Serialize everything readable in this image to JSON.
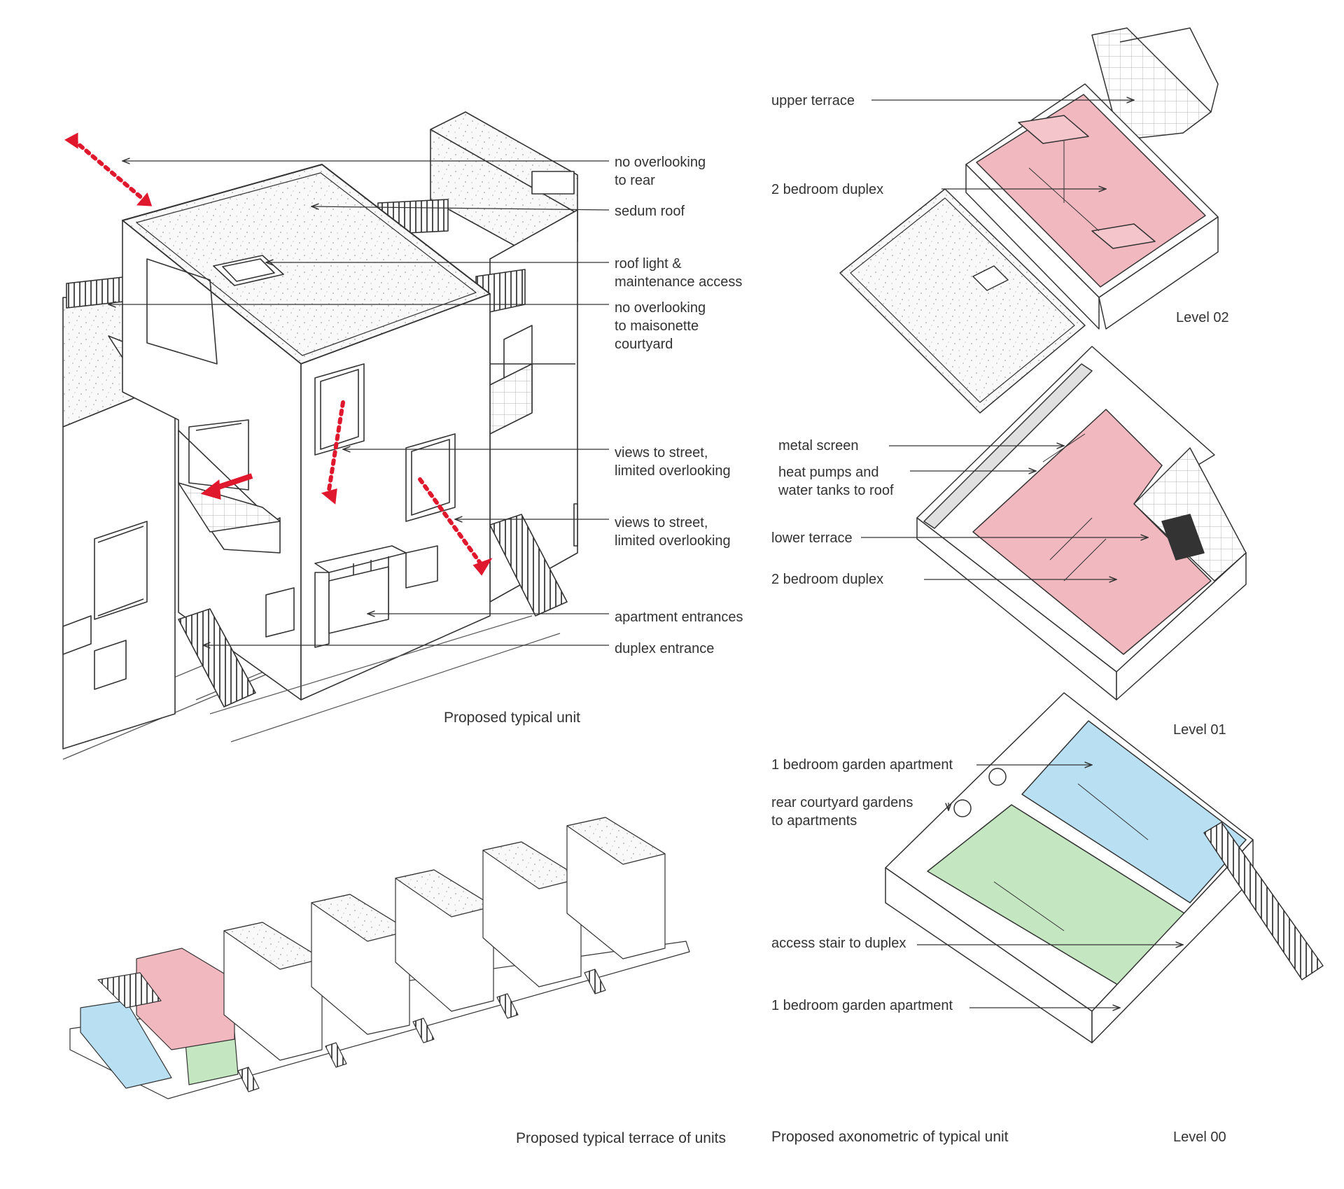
{
  "colors": {
    "line": "#333333",
    "arrow": "#e0182d",
    "pink": "#f2b8c0",
    "blue": "#b8e0f2",
    "green": "#c4e6c0",
    "roof_fill": "#f7f7f7"
  },
  "unit_labels": {
    "no_overlook_rear": "no overlooking\nto rear",
    "sedum_roof": "sedum roof",
    "roof_light": "roof light &\nmaintenance access",
    "no_overlook_maisonette": "no overlooking\nto maisonette\ncourtyard",
    "views_street_1": "views to street,\nlimited overlooking",
    "views_street_2": "views to street,\nlimited overlooking",
    "apartment_entrances": "apartment entrances",
    "duplex_entrance": "duplex entrance"
  },
  "axo_labels": {
    "upper_terrace": "upper terrace",
    "bedroom_duplex_upper": "2 bedroom duplex",
    "metal_screen": "metal screen",
    "heat_pumps": "heat pumps and\nwater tanks to roof",
    "lower_terrace": "lower terrace",
    "bedroom_duplex_lower": "2 bedroom duplex",
    "garden_apartment_top": "1 bedroom garden apartment",
    "rear_courtyard": "rear courtyard gardens\nto apartments",
    "access_stair": "access stair to duplex",
    "garden_apartment_bottom": "1 bedroom garden apartment"
  },
  "levels": {
    "level_02": "Level 02",
    "level_01": "Level 01",
    "level_00": "Level 00"
  },
  "captions": {
    "typical_unit": "Proposed typical unit",
    "terrace": "Proposed typical terrace of units",
    "axonometric": "Proposed axonometric of typical unit"
  }
}
